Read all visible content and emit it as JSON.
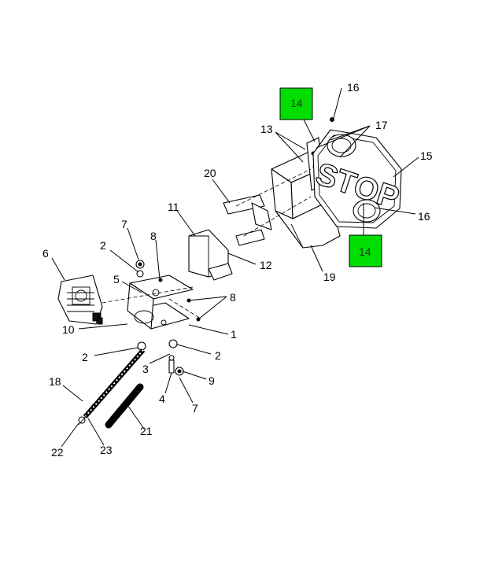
{
  "highlight_color": "#00dd00",
  "sign_text": "STOP",
  "callouts": {
    "c1": "1",
    "c2a": "2",
    "c2b": "2",
    "c2c": "2",
    "c3": "3",
    "c4": "4",
    "c5": "5",
    "c6": "6",
    "c7a": "7",
    "c7b": "7",
    "c8a": "8",
    "c8b": "8",
    "c9": "9",
    "c10": "10",
    "c11": "11",
    "c12": "12",
    "c13": "13",
    "c14a": "14",
    "c14b": "14",
    "c15": "15",
    "c16a": "16",
    "c16b": "16",
    "c17": "17",
    "c18": "18",
    "c19": "19",
    "c20": "20",
    "c21": "21",
    "c22": "22",
    "c23": "23"
  }
}
